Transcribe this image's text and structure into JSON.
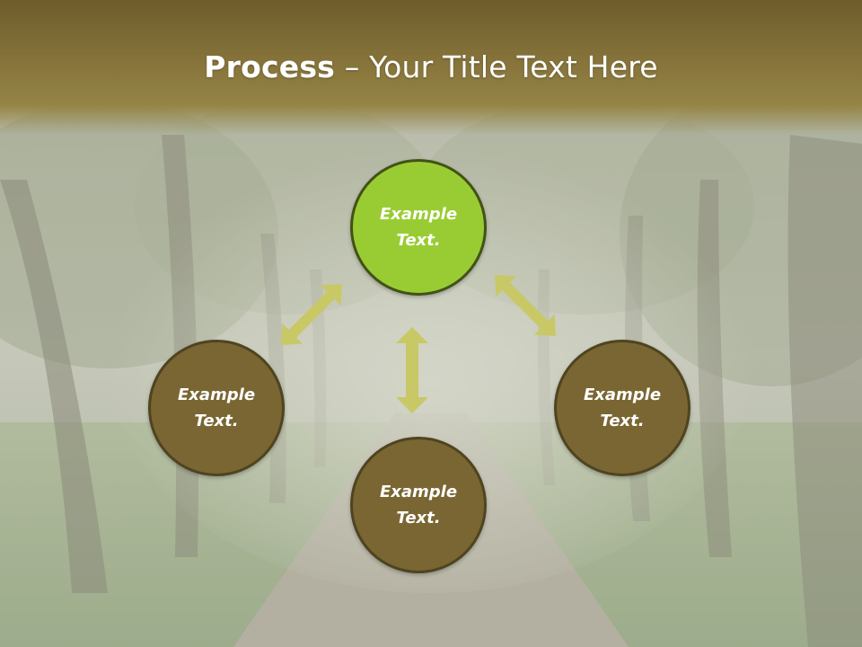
{
  "title": {
    "bold": "Process",
    "rest": " – Your Title Text Here"
  },
  "colors": {
    "title_band": "#85733a",
    "node_highlight": "#99cc33",
    "node_default": "#7a6632",
    "node_border": "#4f4420",
    "arrow": "#c8c867",
    "text": "#ffffff"
  },
  "nodes": [
    {
      "id": "top",
      "label": "Example\nText.",
      "highlighted": true
    },
    {
      "id": "left",
      "label": "Example\nText.",
      "highlighted": false
    },
    {
      "id": "right",
      "label": "Example\nText.",
      "highlighted": false
    },
    {
      "id": "bottom",
      "label": "Example\nText.",
      "highlighted": false
    }
  ],
  "connectors": [
    {
      "from": "top",
      "to": "left",
      "type": "double-arrow"
    },
    {
      "from": "top",
      "to": "right",
      "type": "double-arrow"
    },
    {
      "from": "top",
      "to": "bottom",
      "type": "double-arrow"
    }
  ],
  "background": "misty park path with trees"
}
